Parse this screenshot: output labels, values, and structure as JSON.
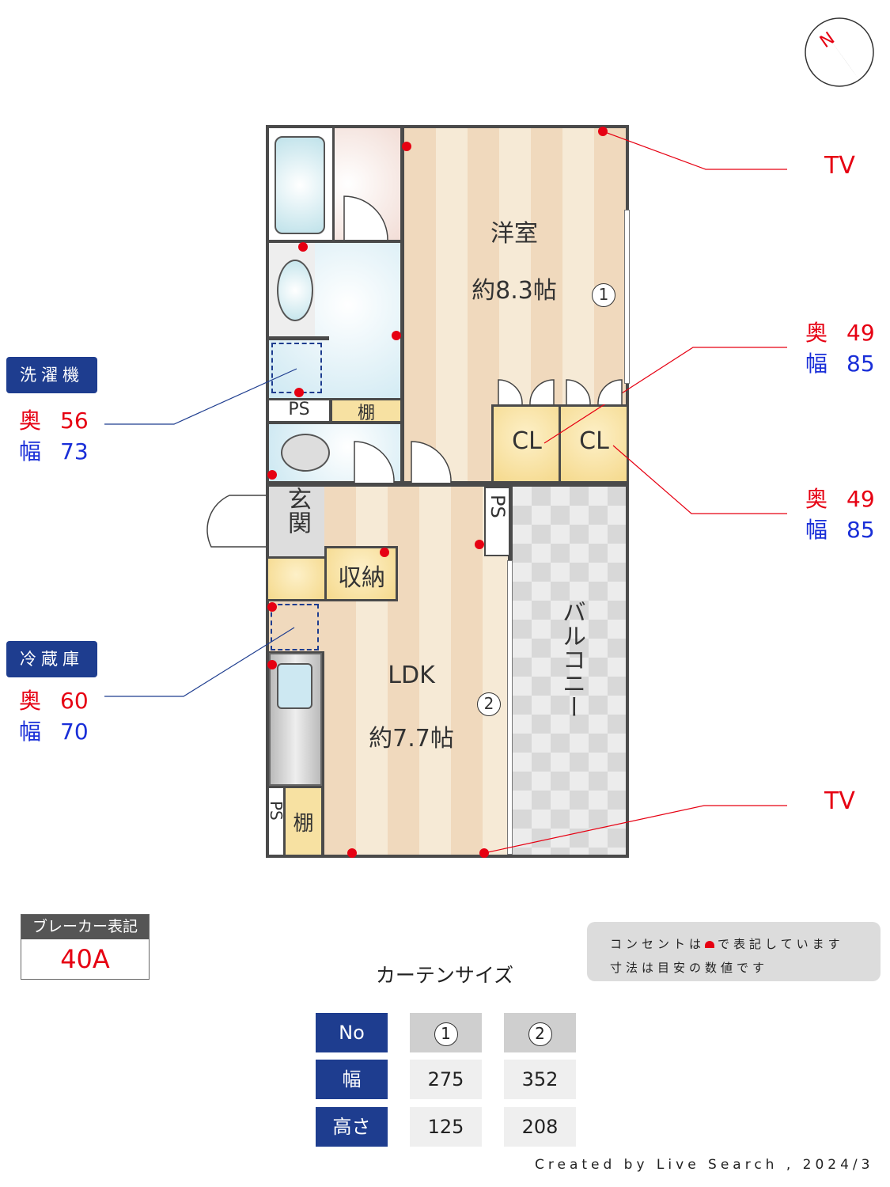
{
  "rooms": {
    "western": "洋室",
    "western_size": "約8.3帖",
    "ldk": "LDK",
    "ldk_size": "約7.7帖",
    "cl1": "CL",
    "cl2": "CL",
    "ps_top": "PS",
    "shelf_top": "棚",
    "entrance": "玄関",
    "storage": "収納",
    "ps_right": "PS",
    "balcony": "バルコニー",
    "ps_bottom": "PS",
    "shelf_bottom": "棚",
    "window1": "1",
    "window2": "2"
  },
  "callouts": {
    "tv_top": "TV",
    "tv_bottom": "TV",
    "washer": {
      "title": "洗濯機",
      "depth_label": "奥",
      "depth": "56",
      "width_label": "幅",
      "width": "73"
    },
    "fridge": {
      "title": "冷蔵庫",
      "depth_label": "奥",
      "depth": "60",
      "width_label": "幅",
      "width": "70"
    },
    "cl1": {
      "depth_label": "奥",
      "depth": "49",
      "width_label": "幅",
      "width": "85"
    },
    "cl2": {
      "depth_label": "奥",
      "depth": "49",
      "width_label": "幅",
      "width": "85"
    }
  },
  "breaker": {
    "label": "ブレーカー表記",
    "value": "40A"
  },
  "note": {
    "line1_a": "コンセントは",
    "line1_b": "で表記しています",
    "line2": "寸法は目安の数値です"
  },
  "curtain": {
    "title": "カーテンサイズ",
    "headers": [
      "No",
      "幅",
      "高さ"
    ],
    "cols": [
      {
        "no": "1",
        "width": "275",
        "height": "125"
      },
      {
        "no": "2",
        "width": "352",
        "height": "208"
      }
    ]
  },
  "credit": "Created by Live Search , 2024/3",
  "colors": {
    "navy": "#1e3d8f",
    "red": "#e60012",
    "blue": "#1a2fd8"
  }
}
